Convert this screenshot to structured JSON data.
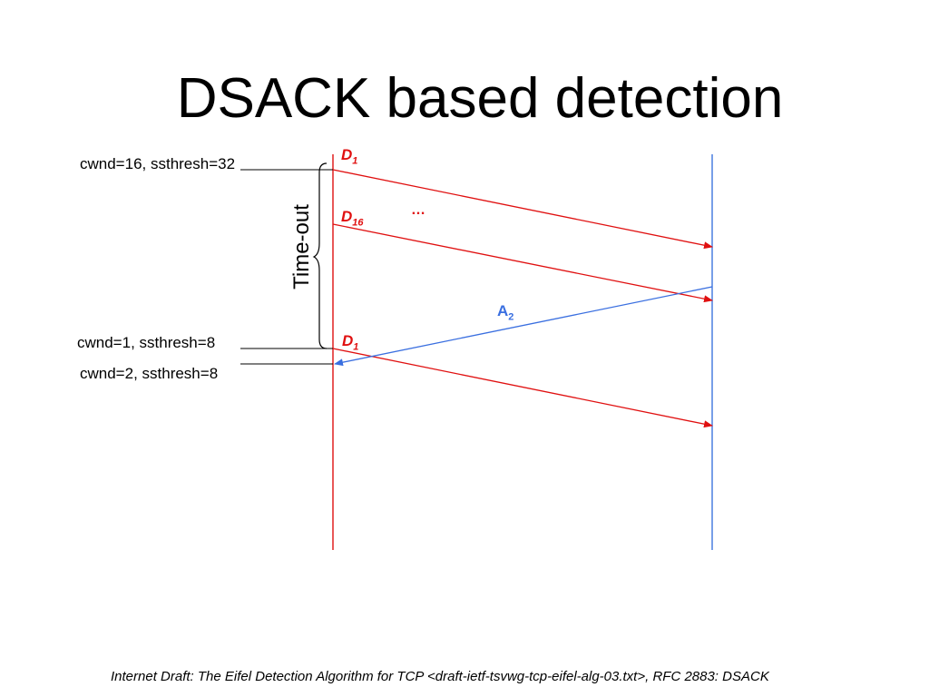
{
  "title": "DSACK based detection",
  "left_notes": [
    "cwnd=16, ssthresh=32",
    "cwnd=1, ssthresh=8",
    "cwnd=2, ssthresh=8"
  ],
  "timeout_label": "Time-out",
  "packets": {
    "d1_first": {
      "base": "D",
      "sub": "1"
    },
    "d16": {
      "base": "D",
      "sub": "16"
    },
    "d1_retx": {
      "base": "D",
      "sub": "1"
    },
    "ack": {
      "base": "A",
      "sub": "2"
    }
  },
  "ellipsis": "…",
  "footer": "Internet Draft: The Eifel Detection Algorithm for TCP <draft-ietf-tsvwg-tcp-eifel-alg-03.txt>, RFC 2883: DSACK",
  "colors": {
    "sender_line": "#e02020",
    "receiver_line": "#4a7fe0",
    "data_arrow": "#e01010",
    "ack_arrow": "#3a6fe0"
  }
}
